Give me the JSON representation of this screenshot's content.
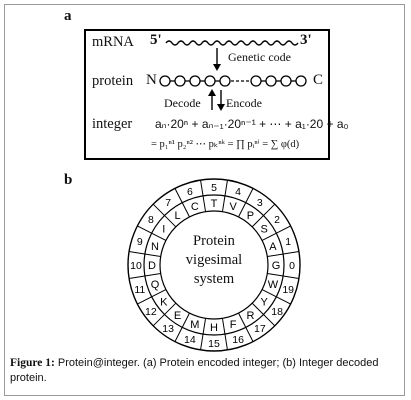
{
  "panel_a": {
    "label": "a",
    "mrna_label": "mRNA",
    "five_prime": "5'",
    "three_prime": "3'",
    "genetic_code": "Genetic code",
    "protein_label": "protein",
    "n_term": "N",
    "c_term": "C",
    "decode": "Decode",
    "encode": "Encode",
    "integer_label": "integer",
    "formula_line1": "aₙ·20ⁿ + aₙ₋₁·20ⁿ⁻¹ + ⋯ + a₁·20 + a₀",
    "formula_line2": "= p₁ⁿ¹ p₂ⁿ² ⋯ pₖⁿᵏ = ∏ pᵢⁿⁱ = ∑ φ(d)"
  },
  "panel_b": {
    "label": "b",
    "center_lines": [
      "Protein",
      "vigesimal",
      "system"
    ],
    "letters": [
      "A",
      "G",
      "W",
      "Y",
      "R",
      "F",
      "H",
      "M",
      "E",
      "K",
      "Q",
      "D",
      "N",
      "I",
      "L",
      "C",
      "T",
      "V",
      "P",
      "S"
    ],
    "numbers": [
      "1",
      "0",
      "19",
      "18",
      "17",
      "16",
      "15",
      "14",
      "13",
      "12",
      "11",
      "10",
      "9",
      "8",
      "7",
      "6",
      "5",
      "4",
      "3",
      "2"
    ]
  },
  "caption": {
    "figure_label": "Figure 1:",
    "text": " Protein@integer. (a) Protein encoded integer; (b) Integer decoded protein."
  }
}
